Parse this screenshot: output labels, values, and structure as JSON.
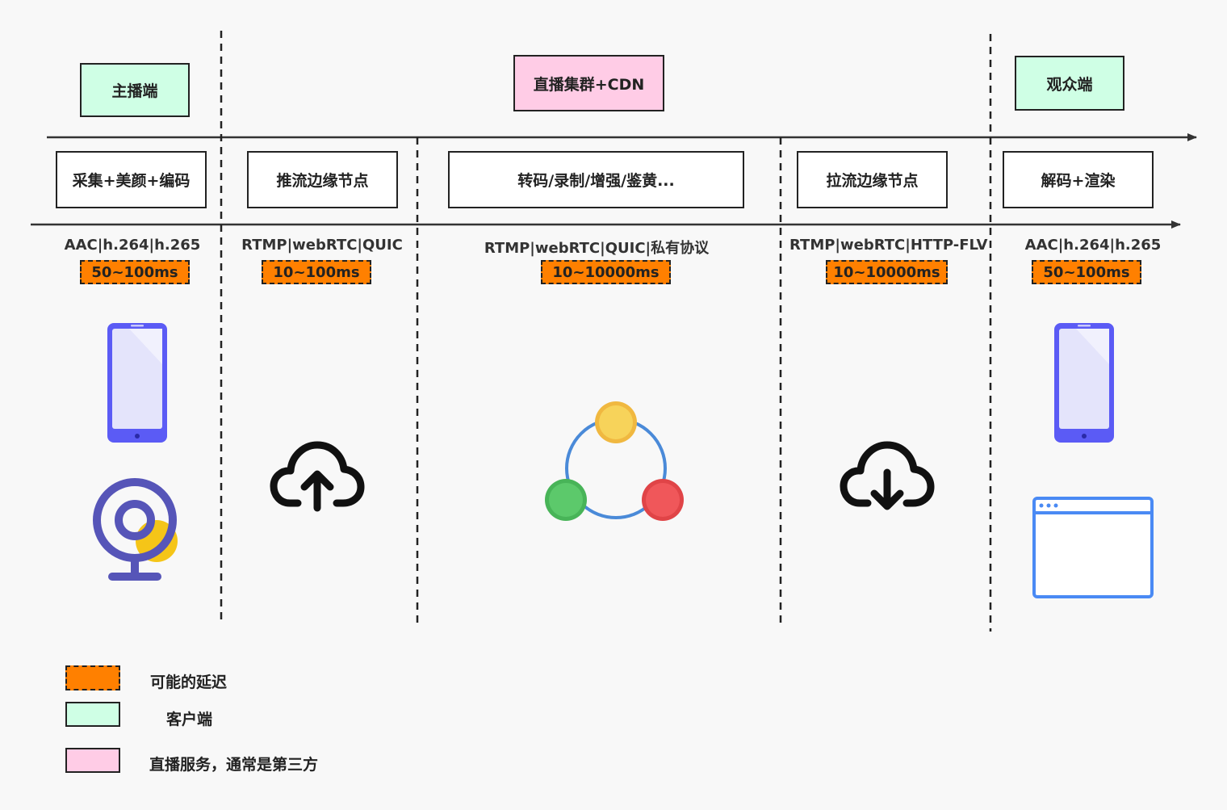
{
  "headers": {
    "anchor": "主播端",
    "service": "直播集群+CDN",
    "viewer": "观众端"
  },
  "stages": {
    "capture": "采集+美颜+编码",
    "push_edge": "推流边缘节点",
    "processing": "转码/录制/增强/鉴黄...",
    "pull_edge": "拉流边缘节点",
    "decode": "解码+渲染"
  },
  "protocols": {
    "capture": "AAC|h.264|h.265",
    "push": "RTMP|webRTC|QUIC",
    "cluster": "RTMP|webRTC|QUIC|私有协议",
    "pull": "RTMP|webRTC|HTTP-FLV",
    "viewer": "AAC|h.264|h.265"
  },
  "latency": {
    "capture": "50~100ms",
    "push": "10~100ms",
    "cluster": "10~10000ms",
    "pull": "10~10000ms",
    "viewer": "50~100ms"
  },
  "legend": {
    "latency": "可能的延迟",
    "client": "客户端",
    "service": "直播服务，通常是第三方"
  },
  "icons": {
    "anchor_phone": "smartphone-icon",
    "anchor_camera": "webcam-icon",
    "upload": "cloud-upload-icon",
    "cluster": "cluster-nodes-icon",
    "download": "cloud-download-icon",
    "viewer_phone": "smartphone-icon",
    "viewer_browser": "browser-window-icon"
  },
  "colors": {
    "client": "#cfffe5",
    "service": "#ffcce6",
    "latency": "#ff8000",
    "phone": "#5b5bf5",
    "camera": "#5655b8",
    "browser": "#4a8af4",
    "node_yellow": "#f7d35a",
    "node_green": "#5cc96b",
    "node_red": "#f0575a"
  }
}
